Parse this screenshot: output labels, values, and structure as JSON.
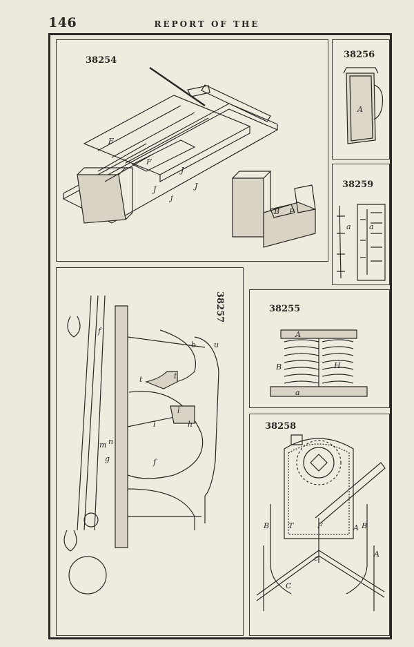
{
  "header": {
    "page_number": "146",
    "running_head": "REPORT OF THE"
  },
  "figures": [
    {
      "id": "38254",
      "labels": [
        "F",
        "F",
        "J",
        "J",
        "J",
        "j",
        "B",
        "P"
      ]
    },
    {
      "id": "38256",
      "labels": [
        "A"
      ]
    },
    {
      "id": "38259",
      "labels": [
        "a",
        "a"
      ]
    },
    {
      "id": "38257",
      "labels": [
        "u",
        "b",
        "f",
        "i",
        "t",
        "m",
        "n",
        "g",
        "l",
        "h",
        "i",
        "f"
      ]
    },
    {
      "id": "38255",
      "labels": [
        "A",
        "B",
        "H",
        "a"
      ]
    },
    {
      "id": "38258",
      "labels": [
        "B",
        "T",
        "F",
        "A",
        "B",
        "A",
        "C",
        "c"
      ]
    }
  ]
}
